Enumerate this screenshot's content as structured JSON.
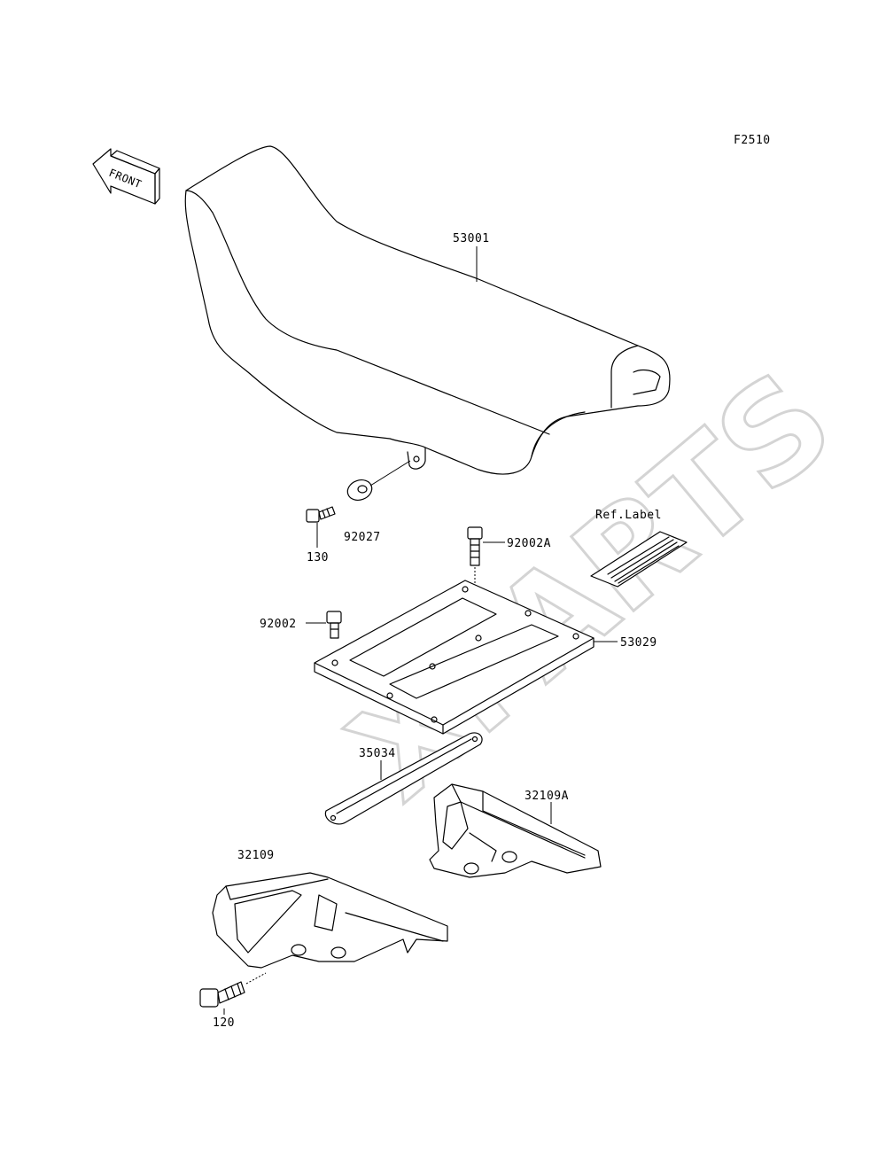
{
  "figure_code": "F2510",
  "front_arrow": {
    "label": "FRONT",
    "icon": "front-direction-arrow-icon"
  },
  "watermark": "XPARTS",
  "parts": {
    "p53001": "53001",
    "p92027": "92027",
    "p130": "130",
    "p92002A": "92002A",
    "ref_label": "Ref.Label",
    "p92002": "92002",
    "p53029": "53029",
    "p35034": "35034",
    "p32109A": "32109A",
    "p32109": "32109",
    "p120": "120"
  }
}
